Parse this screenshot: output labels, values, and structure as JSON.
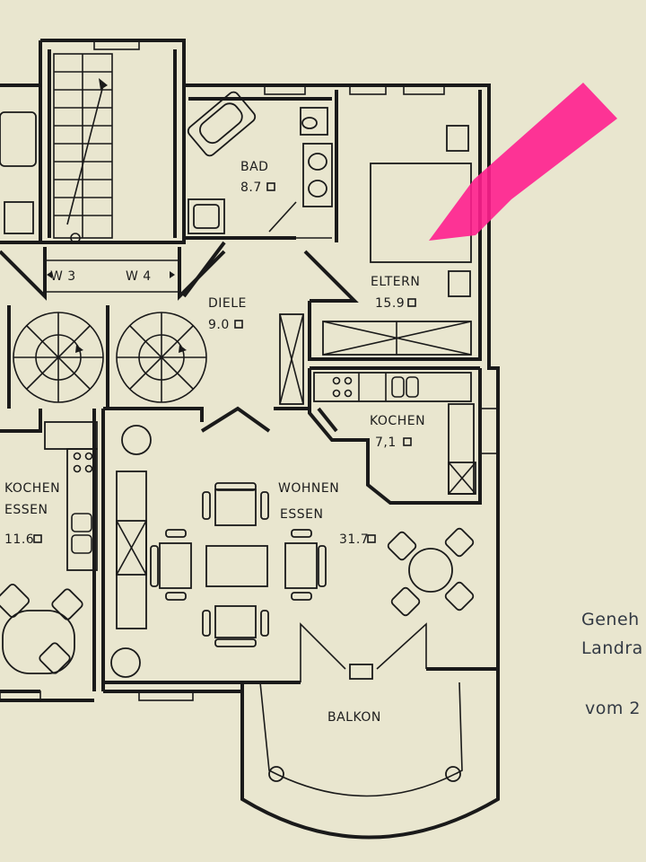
{
  "rooms": {
    "bad": {
      "name": "BAD",
      "area": "8.7"
    },
    "eltern": {
      "name": "ELTERN",
      "area": "15.9"
    },
    "diele": {
      "name": "DIELE",
      "area": "9.0"
    },
    "kochen": {
      "name": "KOCHEN",
      "area": "7,1"
    },
    "wohnen": {
      "name1": "WOHNEN",
      "name2": "ESSEN",
      "area": "31.7"
    },
    "kochen_left": {
      "name1": "KOCHEN",
      "name2": "ESSEN",
      "area": "11.6"
    },
    "balkon": {
      "name": "BALKON"
    }
  },
  "storage": {
    "w3": "W 3",
    "w4": "W 4"
  },
  "stamp": {
    "line1": "Geneh",
    "line2": "Landra",
    "line3": "vom  2"
  },
  "colors": {
    "paper": "#e9e6cf",
    "ink": "#1a1a1a",
    "marker": "#ff1f8e",
    "stamp": "#333a44"
  }
}
